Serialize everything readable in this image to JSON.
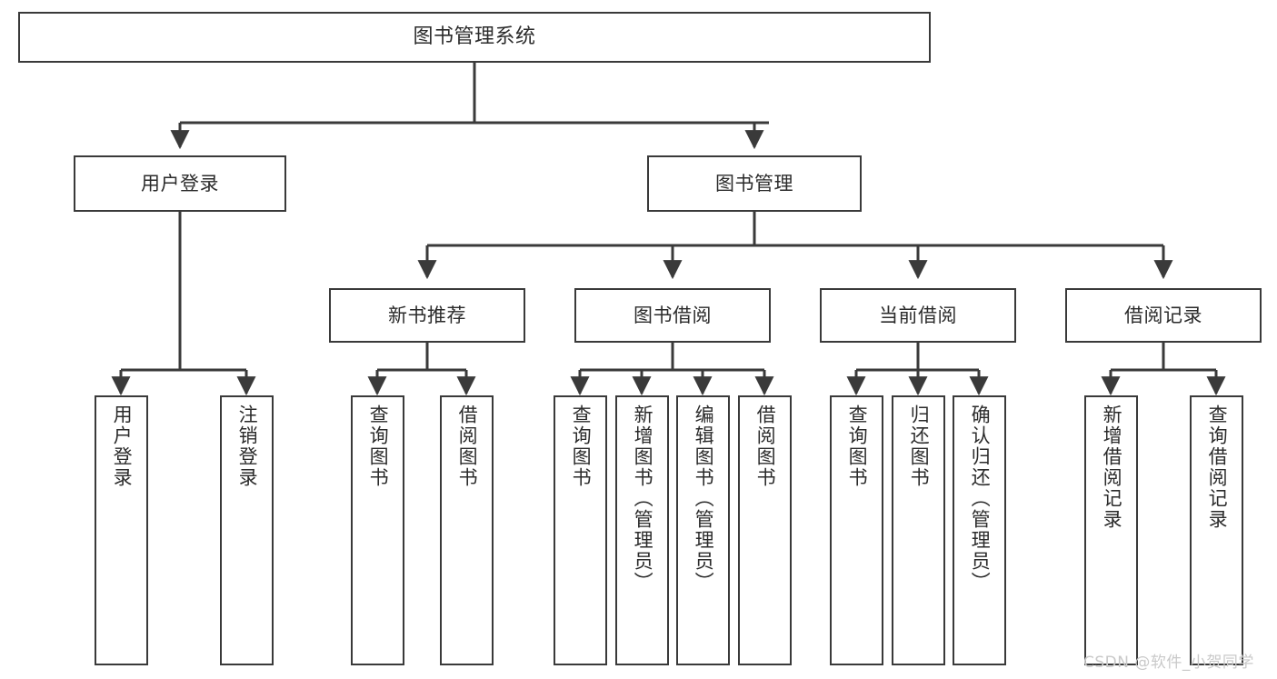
{
  "diagram": {
    "type": "tree-hierarchy",
    "title": "图书管理系统",
    "root": {
      "id": "root",
      "label": "图书管理系统"
    },
    "level2": [
      {
        "id": "user-login",
        "label": "用户登录"
      },
      {
        "id": "book-manage",
        "label": "图书管理"
      }
    ],
    "level3": [
      {
        "id": "new-book-rec",
        "label": "新书推荐",
        "parent": "book-manage"
      },
      {
        "id": "book-borrow",
        "label": "图书借阅",
        "parent": "book-manage"
      },
      {
        "id": "current-borrow",
        "label": "当前借阅",
        "parent": "book-manage"
      },
      {
        "id": "borrow-record",
        "label": "借阅记录",
        "parent": "book-manage"
      }
    ],
    "leaves": [
      {
        "id": "leaf-user-login",
        "label": "用户登录",
        "parent": "user-login"
      },
      {
        "id": "leaf-logout",
        "label": "注销登录",
        "parent": "user-login"
      },
      {
        "id": "leaf-query-book-1",
        "label": "查询图书",
        "parent": "new-book-rec"
      },
      {
        "id": "leaf-borrow-book-1",
        "label": "借阅图书",
        "parent": "new-book-rec"
      },
      {
        "id": "leaf-query-book-2",
        "label": "查询图书",
        "parent": "book-borrow"
      },
      {
        "id": "leaf-add-book",
        "label": "新增图书（管理员）",
        "parent": "book-borrow"
      },
      {
        "id": "leaf-edit-book",
        "label": "编辑图书（管理员）",
        "parent": "book-borrow"
      },
      {
        "id": "leaf-borrow-book-2",
        "label": "借阅图书",
        "parent": "book-borrow"
      },
      {
        "id": "leaf-query-book-3",
        "label": "查询图书",
        "parent": "current-borrow"
      },
      {
        "id": "leaf-return-book",
        "label": "归还图书",
        "parent": "current-borrow"
      },
      {
        "id": "leaf-confirm-return",
        "label": "确认归还（管理员）",
        "parent": "current-borrow"
      },
      {
        "id": "leaf-add-record",
        "label": "新增借阅记录",
        "parent": "borrow-record"
      },
      {
        "id": "leaf-query-record",
        "label": "查询借阅记录",
        "parent": "borrow-record"
      }
    ],
    "watermark": "CSDN @软件_小贺同学",
    "colors": {
      "stroke": "#3a3a3a",
      "text": "#2b2b2b",
      "background": "#ffffff",
      "watermark": "#c9c9c9"
    }
  }
}
